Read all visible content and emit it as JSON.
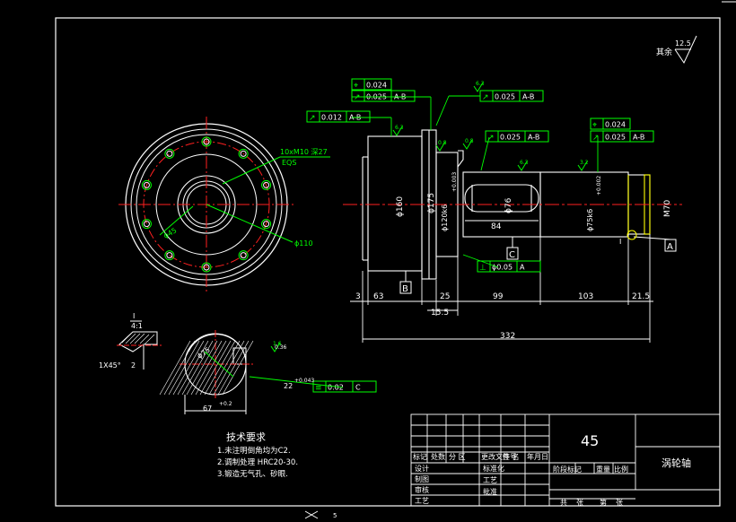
{
  "roughness": {
    "label": "其余",
    "value": "12.5"
  },
  "frames": [
    {
      "type": "position",
      "value": "0.024",
      "datum": ""
    },
    {
      "type": "runout",
      "value": "0.025",
      "datum": "A-B"
    },
    {
      "type": "runout",
      "value": "0.012",
      "datum": "A-B"
    },
    {
      "type": "runout",
      "value": "0.025",
      "datum": "A-B"
    },
    {
      "type": "runout",
      "value": "0.025",
      "datum": "A-B"
    },
    {
      "type": "position",
      "value": "0.024",
      "datum": ""
    },
    {
      "type": "runout",
      "value": "0.025",
      "datum": "A-B"
    },
    {
      "type": "perpendicular",
      "value": "ϕ0.05",
      "datum": "A"
    },
    {
      "type": "symmetry",
      "value": "0.02",
      "datum": "C"
    }
  ],
  "surface_marks": [
    "6.3",
    "6.3",
    "0.8",
    "0.8",
    "6.3",
    "3.2",
    "1.6"
  ],
  "dims": {
    "d160": "ϕ160",
    "d175": "ϕ175",
    "d120": "ϕ120k6",
    "d120tol": "+0.003",
    "d76": "ϕ76",
    "l84": "84",
    "d75": "ϕ75k6",
    "d75tol": "+0.002",
    "m70": "M70",
    "l3": "3",
    "l63": "63",
    "l25": "25",
    "l99": "99",
    "l103": "103",
    "l215": "21.5",
    "l155": "15.5",
    "l332": "332",
    "hole_note": "10xM10 深27",
    "eqs": "EQS",
    "d45": "ϕ45",
    "d110": "ϕ110",
    "datum_a": "A",
    "datum_b": "B",
    "datum_c": "C",
    "view_mark": "I",
    "view_scale": "4:1",
    "chamfer": "1X45°",
    "chamfer_len": "2",
    "sect_d": "ϕ75",
    "sect_tol_r": "0.36",
    "key_w": "22",
    "key_tol": "+0.043",
    "key_depth": "67",
    "key_depth_tol": "+0.2"
  },
  "tech": {
    "title": "技术要求",
    "lines": [
      "1.未注明倒角均为C2.",
      "2.调制处理 HRC20-30.",
      "3.锻造无气孔、砂眼."
    ]
  },
  "title_block": {
    "material": "45",
    "part_name": "涡轮轴",
    "header_row": [
      "标记",
      "处数",
      "分 区",
      "更改文件号",
      "签 名",
      "年月日"
    ],
    "rows": [
      "设计",
      "制图",
      "审核",
      "工艺"
    ],
    "right_rows": [
      "标准化",
      "工艺",
      "批准"
    ],
    "stage_labels": [
      "阶段标记",
      "重量",
      "比例"
    ],
    "sheet_labels": [
      "共",
      "张",
      "第",
      "张"
    ]
  },
  "page_no": "5"
}
